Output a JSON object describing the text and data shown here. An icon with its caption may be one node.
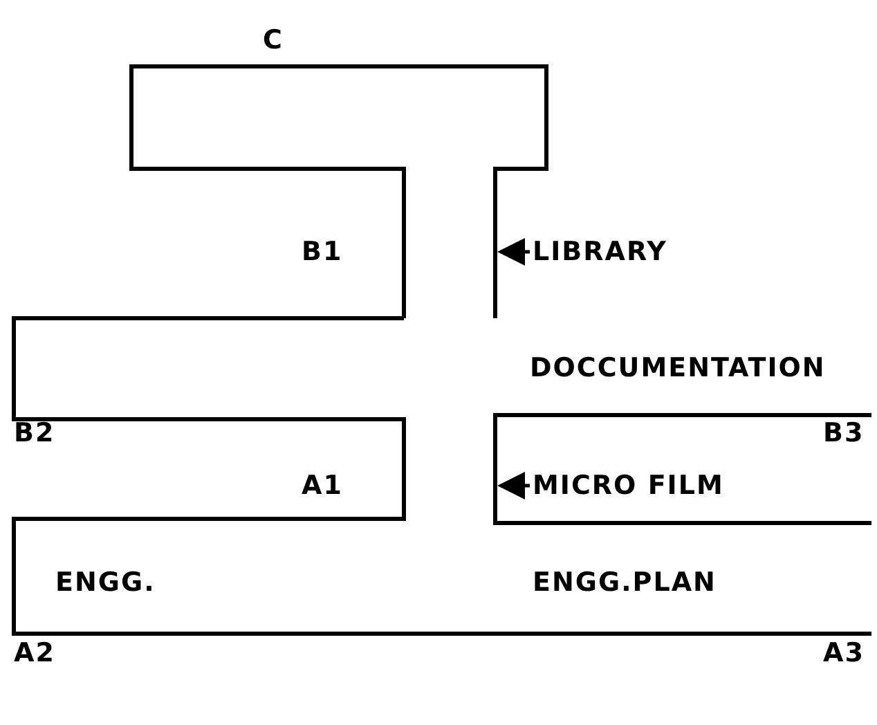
{
  "diagram": {
    "nodes": [
      {
        "text": [
          "LIBRARY"
        ]
      },
      {
        "text": [
          "MICRO FILM"
        ]
      }
    ],
    "edges": [
      {
        "from": 0,
        "to": null,
        "arrow": "to"
      },
      {
        "from": 1,
        "to": null,
        "arrow": "to"
      }
    ],
    "labels": [
      "C",
      "B1",
      "DOCCUMENTATION",
      "B2",
      "B3",
      "A1",
      "ENGG.",
      "ENGG.PLAN",
      "A2",
      "A3"
    ]
  }
}
